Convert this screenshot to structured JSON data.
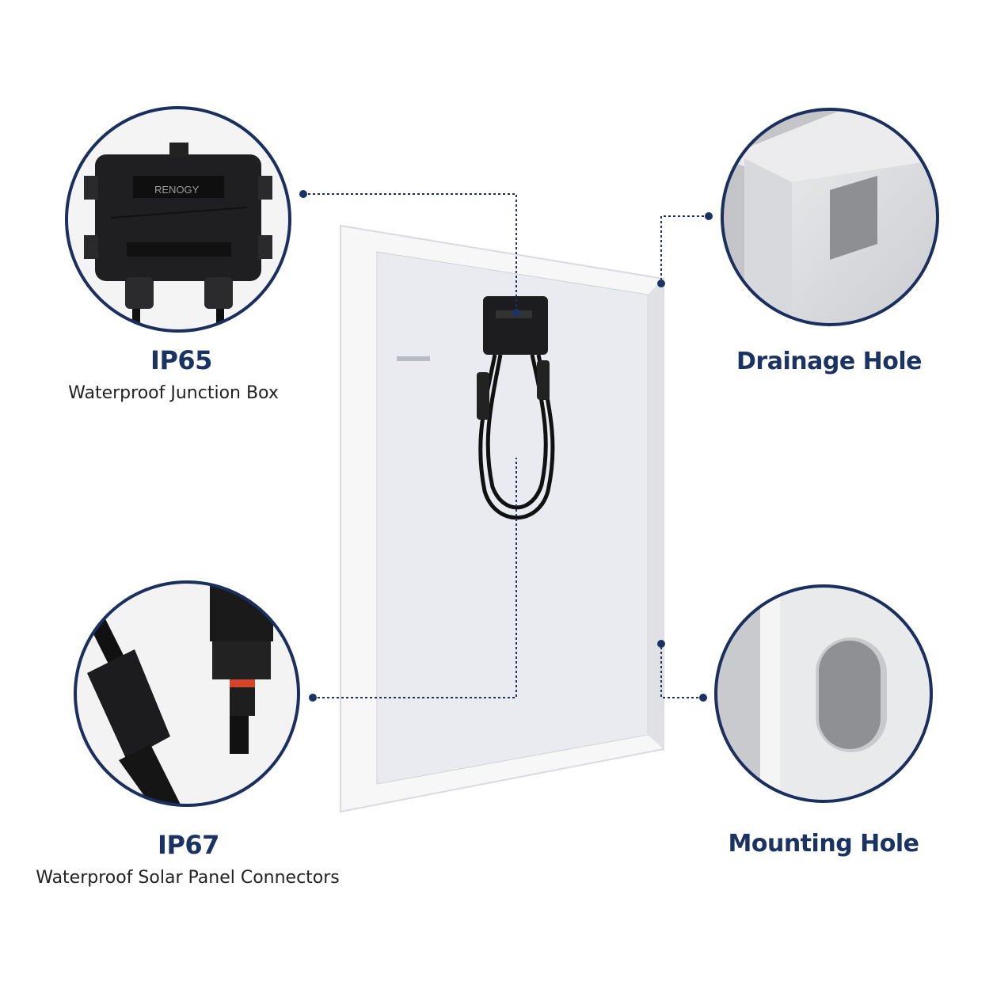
{
  "features": [
    {
      "id": "junction-box",
      "title": "IP65",
      "subtitle": "Waterproof Junction Box",
      "brand_text": "RENOGY"
    },
    {
      "id": "drainage-hole",
      "title": "Drainage Hole"
    },
    {
      "id": "connectors",
      "title": "IP67",
      "subtitle": "Waterproof Solar Panel Connectors"
    },
    {
      "id": "mounting-hole",
      "title": "Mounting Hole"
    }
  ],
  "colors": {
    "accent": "#1b3363",
    "circle_border": "#1a2f5e",
    "panel_back": "#e9ebf0",
    "frame": "#f7f7f8"
  }
}
